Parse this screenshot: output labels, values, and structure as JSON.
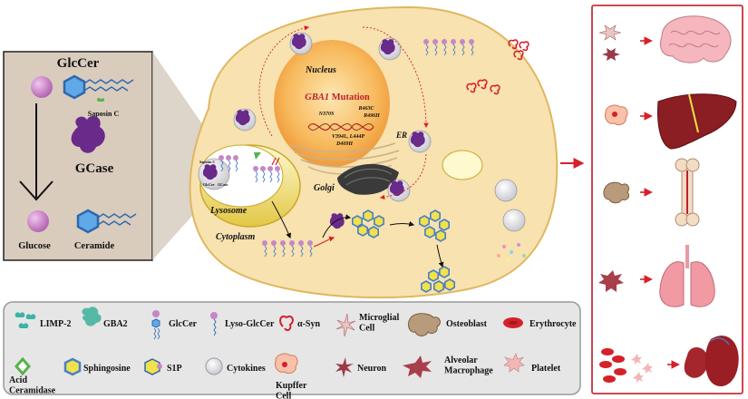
{
  "left_panel": {
    "substrate_title": "GlcCer",
    "activator": "Saposin C",
    "enzyme": "GCase",
    "product_1": "Glucose",
    "product_2": "Ceramide"
  },
  "cell": {
    "nucleus_label": "Nucleus",
    "mutation_title_gene": "GBA1",
    "mutation_title_rest": " Mutation",
    "mutations": [
      "R463C",
      "N370S",
      "R496H",
      "V394L, L444P",
      "D409H"
    ],
    "er_label": "ER",
    "golgi_label": "Golgi",
    "lysosome_label": "Lysosome",
    "cytoplasm_label": "Cytoplasm",
    "lysosome_inner_labels": [
      "GlcCer",
      "Saposin C",
      "GCase"
    ]
  },
  "legend": {
    "items": [
      {
        "id": "limp2",
        "label": "LIMP-2"
      },
      {
        "id": "gba2",
        "label": "GBA2"
      },
      {
        "id": "glccer",
        "label": "GlcCer"
      },
      {
        "id": "lyso-glccer",
        "label": "Lyso-GlcCer"
      },
      {
        "id": "asyn",
        "label": "α-Syn"
      },
      {
        "id": "microglial",
        "label": "Microglial\nCell"
      },
      {
        "id": "osteoblast",
        "label": "Osteoblast"
      },
      {
        "id": "erythrocyte",
        "label": "Erythrocyte"
      },
      {
        "id": "acid-ceramidase",
        "label": "Acid\nCeramidase"
      },
      {
        "id": "sphingosine",
        "label": "Sphingosine"
      },
      {
        "id": "s1p",
        "label": "S1P"
      },
      {
        "id": "cytokines",
        "label": "Cytokines"
      },
      {
        "id": "kupffer",
        "label": "Kupffer\nCell"
      },
      {
        "id": "neuron",
        "label": "Neuron"
      },
      {
        "id": "alveolar",
        "label": "Alveolar\nMacrophage"
      },
      {
        "id": "platelet",
        "label": "Platelet"
      }
    ]
  },
  "colors": {
    "cell_fill": "#f7e2b0",
    "cell_stroke": "#e0b760",
    "left_panel_fill": "#d9ccbd",
    "right_panel_stroke": "#c8323a",
    "arrow_red": "#d6202a",
    "enzyme_purple": "#6a2a8a",
    "nucleus_orange": "#f5b35a"
  }
}
